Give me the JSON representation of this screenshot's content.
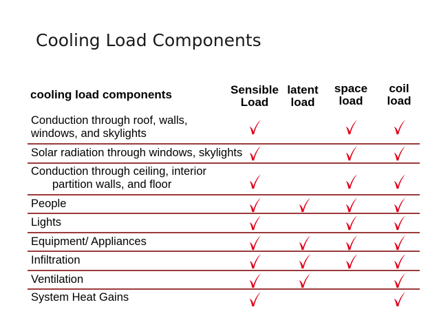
{
  "title": "Cooling Load Components",
  "table": {
    "header": {
      "main": "cooling load components",
      "cols": [
        {
          "line1": "Sensible",
          "line2": "Load"
        },
        {
          "line1": "latent",
          "line2": "load"
        },
        {
          "line1": "space",
          "line2": "load"
        },
        {
          "line1": "coil",
          "line2": "load"
        }
      ]
    },
    "rows": [
      {
        "label1": "Conduction through roof, walls,",
        "label2": "windows, and skylights",
        "checks": [
          true,
          false,
          true,
          true
        ]
      },
      {
        "label1": "Solar radiation through windows, skylights",
        "label2": "",
        "checks": [
          true,
          false,
          true,
          true
        ]
      },
      {
        "label1": "Conduction through ceiling, interior",
        "label2": "partition walls, and floor",
        "checks": [
          true,
          false,
          true,
          true
        ]
      },
      {
        "label1": "People",
        "label2": "",
        "checks": [
          true,
          true,
          true,
          true
        ]
      },
      {
        "label1": "Lights",
        "label2": "",
        "checks": [
          true,
          false,
          true,
          true
        ]
      },
      {
        "label1": "Equipment/ Appliances",
        "label2": "",
        "checks": [
          true,
          true,
          true,
          true
        ]
      },
      {
        "label1": "Infiltration",
        "label2": "",
        "checks": [
          true,
          true,
          true,
          true
        ]
      },
      {
        "label1": "Ventilation",
        "label2": "",
        "checks": [
          true,
          true,
          false,
          true
        ]
      },
      {
        "label1": "System Heat Gains",
        "label2": "",
        "checks": [
          true,
          false,
          false,
          true
        ]
      }
    ]
  },
  "colors": {
    "check": "#e0001a",
    "rule": "#9a3a3a"
  }
}
